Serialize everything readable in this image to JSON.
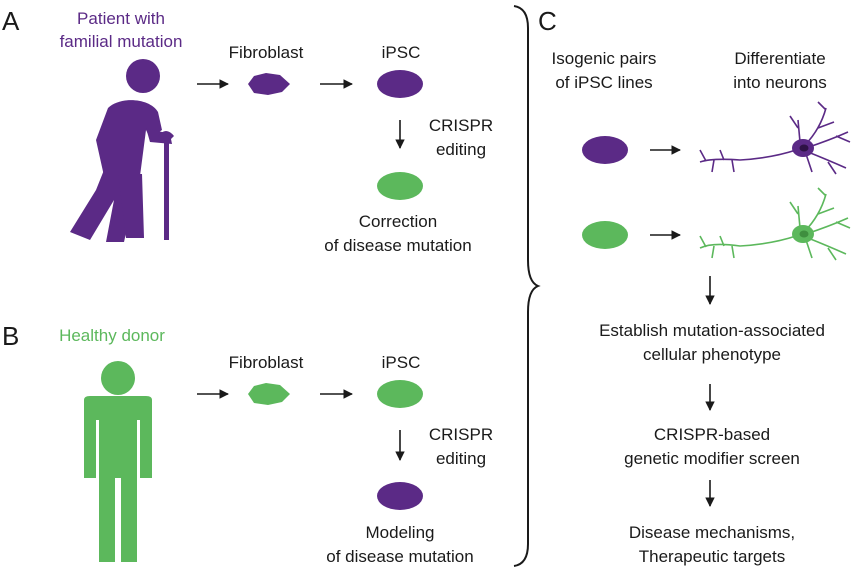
{
  "colors": {
    "purple": "#5b2a86",
    "green": "#5cb85c",
    "text": "#1a1a1a"
  },
  "panelA": {
    "letter": "A",
    "title_line1": "Patient with",
    "title_line2": "familial mutation",
    "fibroblast": "Fibroblast",
    "ipsc": "iPSC",
    "crispr_line1": "CRISPR",
    "crispr_line2": "editing",
    "result_line1": "Correction",
    "result_line2": "of disease mutation"
  },
  "panelB": {
    "letter": "B",
    "title": "Healthy donor",
    "fibroblast": "Fibroblast",
    "ipsc": "iPSC",
    "crispr_line1": "CRISPR",
    "crispr_line2": "editing",
    "result_line1": "Modeling",
    "result_line2": "of disease mutation"
  },
  "panelC": {
    "letter": "C",
    "col1_line1": "Isogenic pairs",
    "col1_line2": "of iPSC lines",
    "col2_line1": "Differentiate",
    "col2_line2": "into neurons",
    "step1_line1": "Establish mutation-associated",
    "step1_line2": "cellular phenotype",
    "step2_line1": "CRISPR-based",
    "step2_line2": "genetic modifier screen",
    "step3_line1": "Disease mechanisms,",
    "step3_line2": "Therapeutic targets"
  },
  "icons": {
    "patient": "elderly-person-with-cane-icon",
    "donor": "standing-person-icon",
    "neuron": "neuron-icon",
    "arrow": "arrow-icon",
    "brace": "right-curly-brace"
  }
}
